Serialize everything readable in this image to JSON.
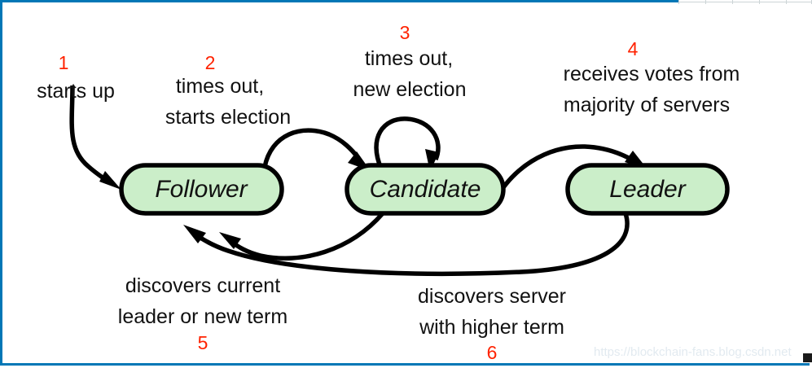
{
  "figure": {
    "title": "Raft server state transition diagram",
    "accent_border_color": "#0277b6",
    "node_fill_color": "#cbeec9",
    "node_stroke_color": "#000000",
    "number_color": "#ff2200",
    "text_color": "#111111"
  },
  "states": [
    {
      "id": "follower",
      "label": "Follower"
    },
    {
      "id": "candidate",
      "label": "Candidate"
    },
    {
      "id": "leader",
      "label": "Leader"
    }
  ],
  "transitions": [
    {
      "number": "1",
      "from": "start",
      "to": "follower",
      "lines": [
        "starts up"
      ]
    },
    {
      "number": "2",
      "from": "follower",
      "to": "candidate",
      "lines": [
        "times out,",
        "starts election"
      ]
    },
    {
      "number": "3",
      "from": "candidate",
      "to": "candidate",
      "lines": [
        "times out,",
        "new election"
      ]
    },
    {
      "number": "4",
      "from": "candidate",
      "to": "leader",
      "lines": [
        "receives votes from",
        "majority of servers"
      ]
    },
    {
      "number": "5",
      "from": "candidate",
      "to": "follower",
      "lines": [
        "discovers current",
        "leader or new term"
      ]
    },
    {
      "number": "6",
      "from": "leader",
      "to": "follower",
      "lines": [
        "discovers server",
        "with higher term"
      ]
    }
  ],
  "watermark": {
    "text": "https://blockchain-fans.blog.csdn.net"
  }
}
